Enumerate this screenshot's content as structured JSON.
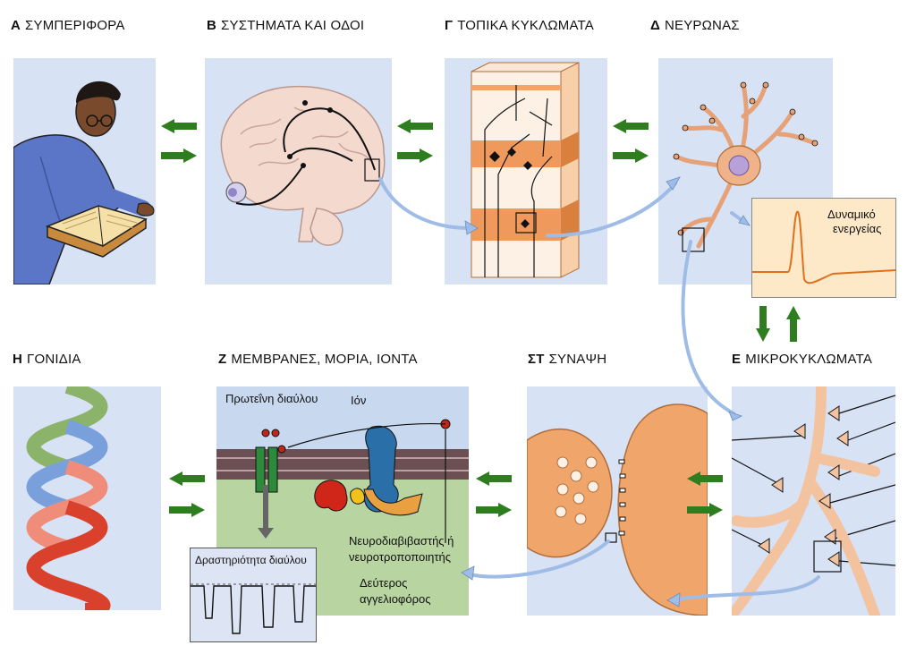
{
  "panels": {
    "a": {
      "letter": "Α",
      "title": "ΣΥΜΠΕΡΙΦΟΡΑ"
    },
    "b": {
      "letter": "Β",
      "title": "ΣΥΣΤΗΜΑΤΑ ΚΑΙ ΟΔΟΙ"
    },
    "c": {
      "letter": "Γ",
      "title": "ΤΟΠΙΚΑ ΚΥΚΛΩΜΑΤΑ"
    },
    "d": {
      "letter": "Δ",
      "title": "ΝΕΥΡΩΝΑΣ"
    },
    "e": {
      "letter": "Ε",
      "title": "ΜΙΚΡΟΚΥΚΛΩΜΑΤΑ"
    },
    "st": {
      "letter": "ΣΤ",
      "title": "ΣΥΝΑΨΗ"
    },
    "z": {
      "letter": "Ζ",
      "title": "ΜΕΜΒΡΑΝΕΣ, ΜΟΡΙΑ, ΙΟΝΤΑ"
    },
    "h": {
      "letter": "Η",
      "title": "ΓΟΝΙΔΙΑ"
    }
  },
  "annotations": {
    "action_potential_line1": "Δυναμικό",
    "action_potential_line2": "ενεργείας",
    "channel_protein": "Πρωτεΐνη διαύλου",
    "ion": "Ιόν",
    "neurotransmitter_line1": "Νευροδιαβιβαστής ή",
    "neurotransmitter_line2": "νευροτροποποιητής",
    "second_messenger_line1": "Δεύτερος",
    "second_messenger_line2": "αγγελιοφόρος",
    "channel_activity": "Δραστηριότητα διαύλου"
  },
  "colors": {
    "panel_bg": "#d7e2f5",
    "arrow_green": "#2e7d1e",
    "flow_arrow": "#a9c3ea",
    "orange": "#f0a56a",
    "orange_dark": "#e0762e",
    "membrane": "#6b4f52",
    "cytoplasm": "#b8d4a0"
  }
}
